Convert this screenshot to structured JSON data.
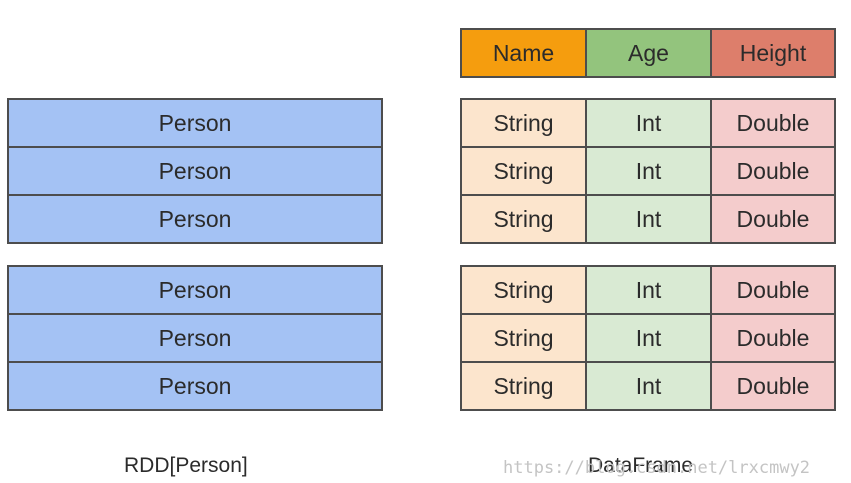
{
  "rdd": {
    "groups": [
      [
        "Person",
        "Person",
        "Person"
      ],
      [
        "Person",
        "Person",
        "Person"
      ]
    ],
    "caption": "RDD[Person]"
  },
  "dataframe": {
    "header": [
      "Name",
      "Age",
      "Height"
    ],
    "groups": [
      [
        [
          "String",
          "Int",
          "Double"
        ],
        [
          "String",
          "Int",
          "Double"
        ],
        [
          "String",
          "Int",
          "Double"
        ]
      ],
      [
        [
          "String",
          "Int",
          "Double"
        ],
        [
          "String",
          "Int",
          "Double"
        ],
        [
          "String",
          "Int",
          "Double"
        ]
      ]
    ],
    "caption": "DataFrame"
  },
  "watermark": "https://blog.csdn.net/lrxcmwy2",
  "colors": {
    "rdd_fill": "#a4c2f4",
    "name_header": "#f59d0e",
    "age_header": "#93c47d",
    "height_header": "#dd7e6b",
    "string_fill": "#fce5cd",
    "int_fill": "#d9ead3",
    "double_fill": "#f4cccc",
    "border": "#4d4d4d"
  }
}
